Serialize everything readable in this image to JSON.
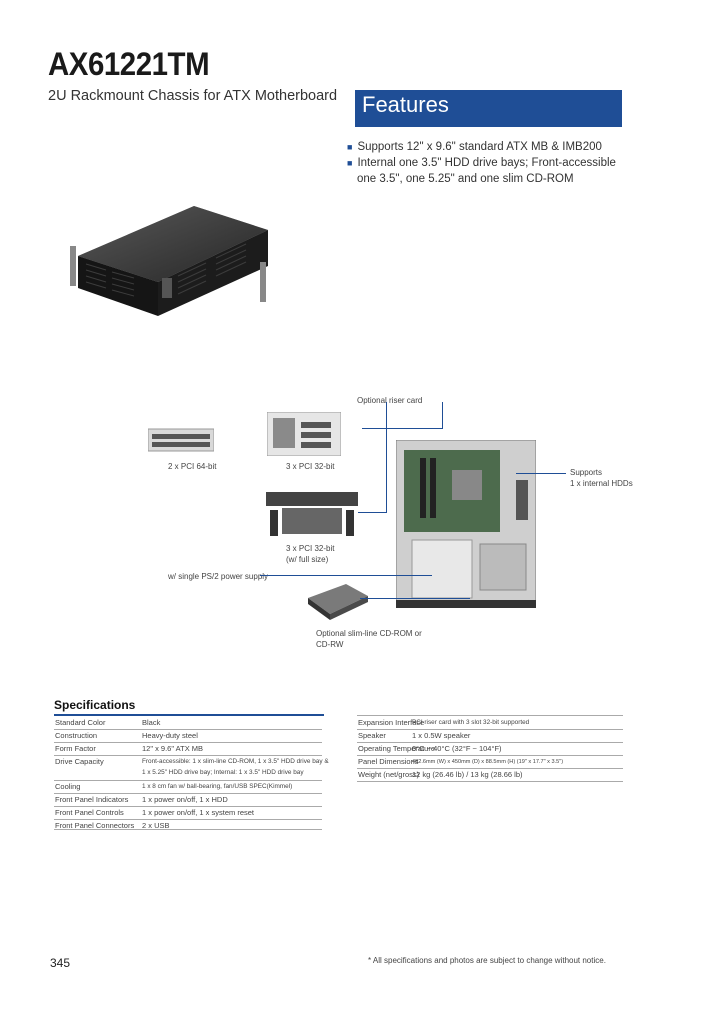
{
  "header": {
    "title": "AX61221TM",
    "subtitle": "2U Rackmount Chassis for ATX Motherboard"
  },
  "features": {
    "heading": "Features",
    "items": [
      "Supports 12\" x 9.6\" standard ATX MB & IMB200",
      "Internal one 3.5\" HDD drive bays; Front-accessible",
      "one 3.5\", one 5.25\" and one slim CD-ROM"
    ]
  },
  "diagram": {
    "optional_riser_card": "Optional riser card",
    "riser_1": "2 x PCI 64-bit",
    "riser_2": "3 x PCI 32-bit",
    "riser_3_line1": "3 x PCI 32-bit",
    "riser_3_line2": "(w/ full size)",
    "supports_hdds_line1": "Supports",
    "supports_hdds_line2": "1 x internal HDDs",
    "power_supply": "w/ single PS/2 power supply",
    "cdrom_line1": "Optional slim-line CD-ROM or",
    "cdrom_line2": "CD-RW"
  },
  "specifications": {
    "heading": "Specifications",
    "left": [
      {
        "key": "Standard Color",
        "value": "Black"
      },
      {
        "key": "Construction",
        "value": "Heavy-duty steel"
      },
      {
        "key": "Form Factor",
        "value": "12\" x 9.6\" ATX MB"
      },
      {
        "key": "Drive Capacity",
        "value": "Front-accessible: 1 x slim-line CD-ROM, 1 x 3.5\" HDD drive bay &",
        "value2": "1 x 5.25\" HDD drive bay; Internal: 1 x 3.5\" HDD drive bay"
      },
      {
        "key": "Cooling",
        "value": "1 x 8 cm fan w/ ball-bearing, fan/USB SPEC(Kimmel)"
      },
      {
        "key": "Front Panel Indicators",
        "value": "1 x power on/off, 1 x HDD"
      },
      {
        "key": "Front Panel Controls",
        "value": "1 x power on/off, 1 x system reset"
      },
      {
        "key": "Front Panel Connectors",
        "value": "2 x USB"
      }
    ],
    "right": [
      {
        "key": "Expansion Interface",
        "value": "PCI riser card with 3 slot 32-bit supported"
      },
      {
        "key": "Speaker",
        "value": "1 x 0.5W speaker"
      },
      {
        "key": "Operating Temperature",
        "value": "0°C ~ 40°C (32°F ~ 104°F)"
      },
      {
        "key": "Panel Dimensions",
        "value": "482.6mm (W) x 450mm (D) x 88.5mm (H) (19\" x 17.7\" x 3.5\")"
      },
      {
        "key": "Weight (net/gross)",
        "value": "12 kg (26.46 lb) / 13 kg (28.66 lb)"
      }
    ]
  },
  "footer": {
    "page_number": "345",
    "note": "* All specifications and photos are subject to change without notice."
  },
  "colors": {
    "accent": "#1f4e96"
  }
}
